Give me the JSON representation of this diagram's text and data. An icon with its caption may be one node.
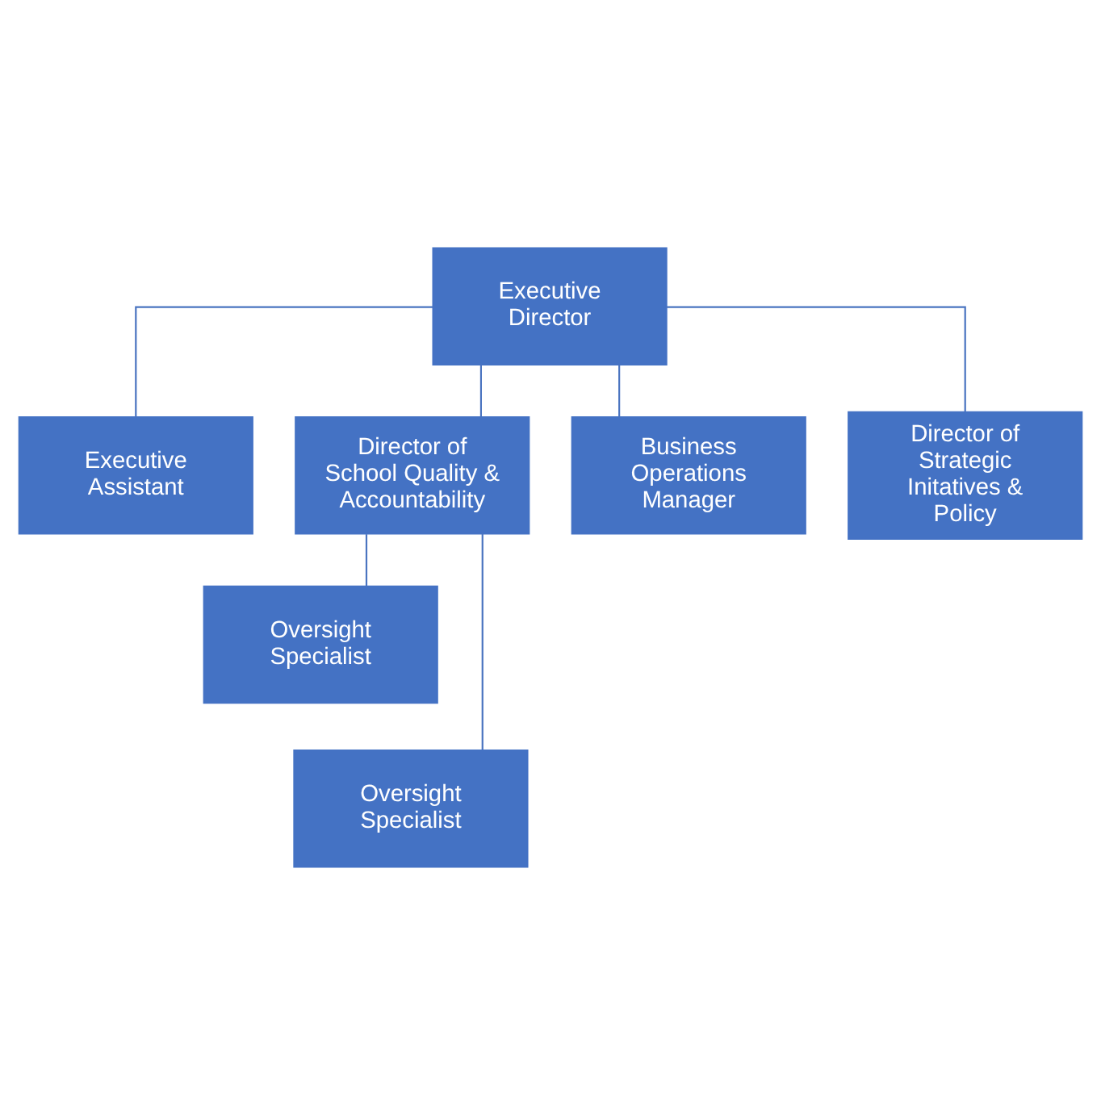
{
  "diagram": {
    "nodes": [
      {
        "text": [
          "Executive Director"
        ]
      },
      {
        "text": [
          "Executive Assistant"
        ]
      },
      {
        "text": [
          "Director of School Quality & Accountability"
        ]
      },
      {
        "text": [
          "Business Operations Manager"
        ]
      },
      {
        "text": [
          "Director of Strategic Initatives & Policy"
        ]
      },
      {
        "text": [
          "Oversight Specialist"
        ]
      },
      {
        "text": [
          "Oversight Specialist"
        ]
      }
    ],
    "edges": [
      {
        "from": 0,
        "to": 1,
        "arrow": "none"
      },
      {
        "from": 0,
        "to": 2,
        "arrow": "none"
      },
      {
        "from": 0,
        "to": 3,
        "arrow": "none"
      },
      {
        "from": 0,
        "to": 4,
        "arrow": "none"
      },
      {
        "from": 2,
        "to": 5,
        "arrow": "none"
      },
      {
        "from": 2,
        "to": 6,
        "arrow": "none"
      }
    ]
  }
}
